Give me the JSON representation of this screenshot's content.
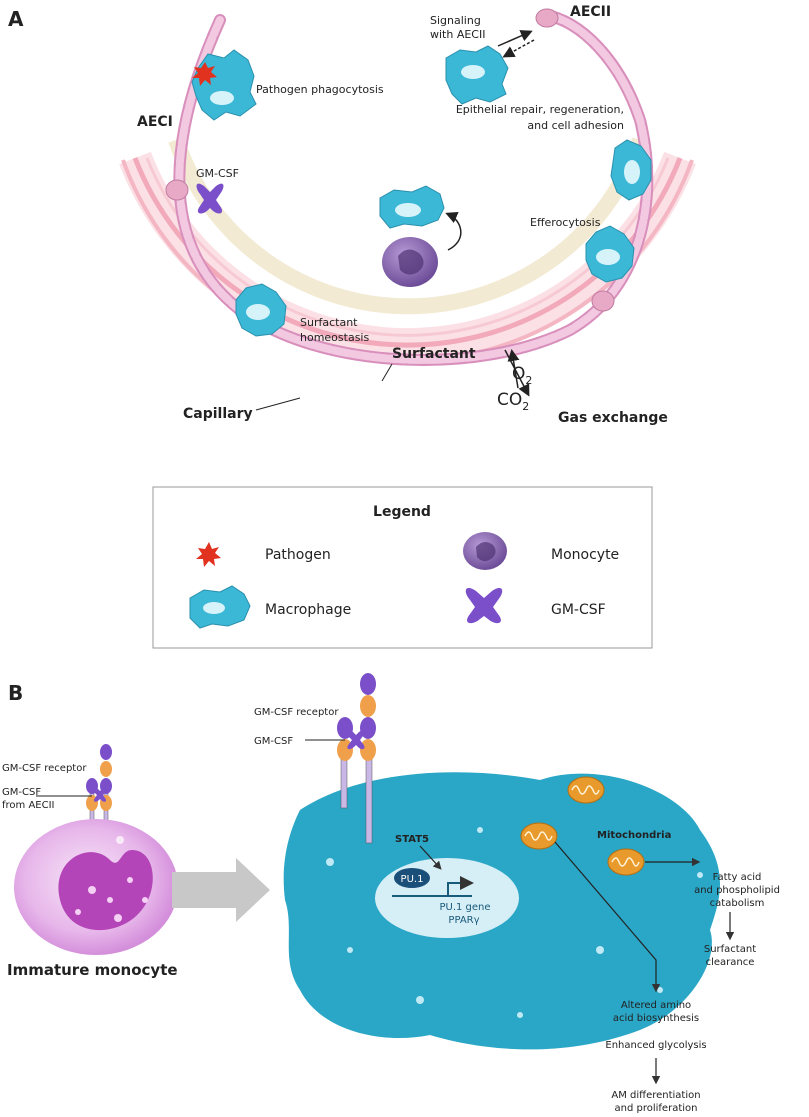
{
  "panelA": {
    "letter": "A",
    "aeci": "AECI",
    "aecii": "AECII",
    "signaling_line1": "Signaling",
    "signaling_line2": "with AECII",
    "pathogen_phago": "Pathogen phagocytosis",
    "repair_line1": "Epithelial repair, regeneration,",
    "repair_line2": "and cell adhesion",
    "gmcsf": "GM-CSF",
    "efferocytosis": "Efferocytosis",
    "surfactant_line1": "Surfactant",
    "surfactant_line2": "homeostasis",
    "surfactant": "Surfactant",
    "o2": "O",
    "o2_sub": "2",
    "co2": "CO",
    "co2_sub": "2",
    "capillary": "Capillary",
    "gas_exchange": "Gas exchange"
  },
  "legend": {
    "title": "Legend",
    "items": [
      {
        "label": "Pathogen",
        "icon": "pathogen-icon"
      },
      {
        "label": "Monocyte",
        "icon": "monocyte-icon"
      },
      {
        "label": "Macrophage",
        "icon": "macrophage-icon"
      },
      {
        "label": "GM-CSF",
        "icon": "gmcsf-icon"
      }
    ]
  },
  "panelB": {
    "letter": "B",
    "left_receptor": "GM-CSF receptor",
    "left_gmcsf_line1": "GM-CSF",
    "left_gmcsf_line2": "from AECII",
    "immature": "Immature monocyte",
    "right_receptor": "GM-CSF receptor",
    "right_gmcsf": "GM-CSF",
    "stat5": "STAT5",
    "pu1": "PU.1",
    "pu1_gene": "PU.1 gene",
    "ppar": "PPARγ",
    "mito": "Mitochondria",
    "fatty_line1": "Fatty acid",
    "fatty_line2": "and phospholipid",
    "fatty_line3": "catabolism",
    "clear_line1": "Surfactant",
    "clear_line2": "clearance",
    "amino_line1": "Altered amino",
    "amino_line2": "acid biosynthesis",
    "glyco": "Enhanced glycolysis",
    "am_line1": "AM differentiation",
    "am_line2": "and proliferation"
  },
  "colors": {
    "macrophage": "#3bb8d6",
    "monocyte": "#8a6ab0",
    "gmcsf": "#7b4fc9",
    "pathogen": "#e0321f",
    "epithelium": "#e6b6d2",
    "capillary": "#f6c4cf",
    "surfactant": "#f3ebcf",
    "big_cell": "#2aa6c6",
    "nucleus": "#d6eff6",
    "mito": "#e89a2c"
  }
}
